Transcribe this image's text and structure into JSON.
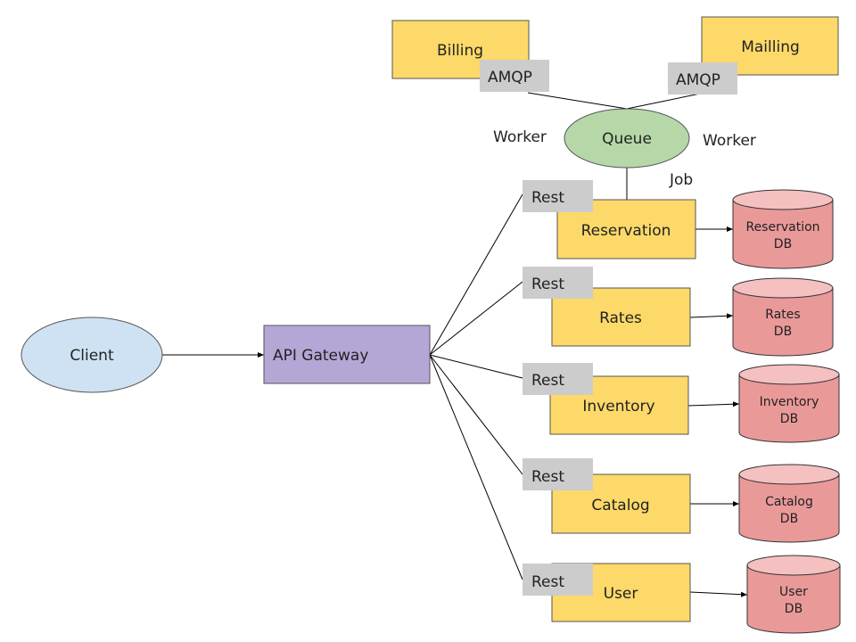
{
  "colors": {
    "service_fill": "#fdd969",
    "service_stroke": "#555555",
    "gateway_fill": "#b4a7d6",
    "client_fill": "#cfe2f3",
    "queue_fill": "#b6d7a8",
    "tag_fill": "#cccccc",
    "db_fill": "#ea9999",
    "db_top": "#f4c0c0",
    "db_stroke": "#333333",
    "line": "#000000"
  },
  "client": {
    "label": "Client"
  },
  "gateway": {
    "label": "API Gateway"
  },
  "queue": {
    "label": "Queue"
  },
  "workers": {
    "left": "Worker",
    "right": "Worker",
    "job": "Job"
  },
  "top_services": [
    {
      "name": "billing",
      "label": "Billing",
      "tag": "AMQP"
    },
    {
      "name": "mailling",
      "label": "Mailling",
      "tag": "AMQP"
    }
  ],
  "services": [
    {
      "name": "reservation",
      "label": "Reservation",
      "tag": "Rest",
      "db_line1": "Reservation",
      "db_line2": "DB"
    },
    {
      "name": "rates",
      "label": "Rates",
      "tag": "Rest",
      "db_line1": "Rates",
      "db_line2": "DB"
    },
    {
      "name": "inventory",
      "label": "Inventory",
      "tag": "Rest",
      "db_line1": "Inventory",
      "db_line2": "DB"
    },
    {
      "name": "catalog",
      "label": "Catalog",
      "tag": "Rest",
      "db_line1": "Catalog",
      "db_line2": "DB"
    },
    {
      "name": "user",
      "label": "User",
      "tag": "Rest",
      "db_line1": "User",
      "db_line2": "DB"
    }
  ]
}
